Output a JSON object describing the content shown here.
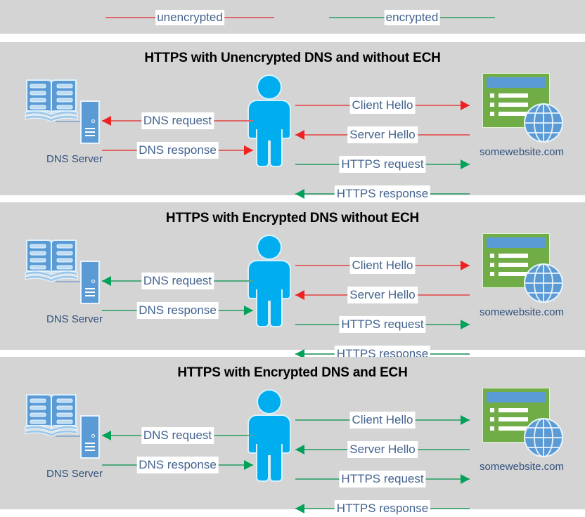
{
  "colors": {
    "unencrypted": "#ee2222",
    "unencrypted_soft": "#e06666",
    "encrypted": "#00a259",
    "encrypted_soft": "#4fa97d",
    "panel_bg": "#d4d4d4",
    "label_text": "#44638f",
    "person": "#00aeef",
    "server_blue": "#5b9bd5",
    "browser_green": "#70ad47"
  },
  "legend": {
    "items": [
      {
        "label": "unencrypted",
        "color_key": "unencrypted"
      },
      {
        "label": "encrypted",
        "color_key": "encrypted"
      }
    ]
  },
  "nodes": {
    "dns_server_label": "DNS Server",
    "website_label": "somewebsite.com",
    "dns_icon": "open-book-and-server-icon",
    "person_icon": "user-person-icon",
    "website_icon": "browser-window-globe-icon"
  },
  "panels": [
    {
      "title": "HTTPS with Unencrypted DNS and without ECH",
      "left_flows": [
        {
          "label": "DNS request",
          "direction": "left",
          "encrypted": false
        },
        {
          "label": "DNS response",
          "direction": "right",
          "encrypted": false
        }
      ],
      "right_flows": [
        {
          "label": "Client Hello",
          "direction": "right",
          "encrypted": false
        },
        {
          "label": "Server Hello",
          "direction": "left",
          "encrypted": false
        },
        {
          "label": "HTTPS request",
          "direction": "right",
          "encrypted": true
        },
        {
          "label": "HTTPS response",
          "direction": "left",
          "encrypted": true
        }
      ]
    },
    {
      "title": "HTTPS with Encrypted DNS without ECH",
      "left_flows": [
        {
          "label": "DNS request",
          "direction": "left",
          "encrypted": true
        },
        {
          "label": "DNS response",
          "direction": "right",
          "encrypted": true
        }
      ],
      "right_flows": [
        {
          "label": "Client Hello",
          "direction": "right",
          "encrypted": false
        },
        {
          "label": "Server Hello",
          "direction": "left",
          "encrypted": false
        },
        {
          "label": "HTTPS request",
          "direction": "right",
          "encrypted": true
        },
        {
          "label": "HTTPS response",
          "direction": "left",
          "encrypted": true
        }
      ]
    },
    {
      "title": "HTTPS with Encrypted DNS and ECH",
      "left_flows": [
        {
          "label": "DNS request",
          "direction": "left",
          "encrypted": true
        },
        {
          "label": "DNS response",
          "direction": "right",
          "encrypted": true
        }
      ],
      "right_flows": [
        {
          "label": "Client Hello",
          "direction": "right",
          "encrypted": true
        },
        {
          "label": "Server Hello",
          "direction": "left",
          "encrypted": true
        },
        {
          "label": "HTTPS request",
          "direction": "right",
          "encrypted": true
        },
        {
          "label": "HTTPS response",
          "direction": "left",
          "encrypted": true
        }
      ]
    }
  ]
}
